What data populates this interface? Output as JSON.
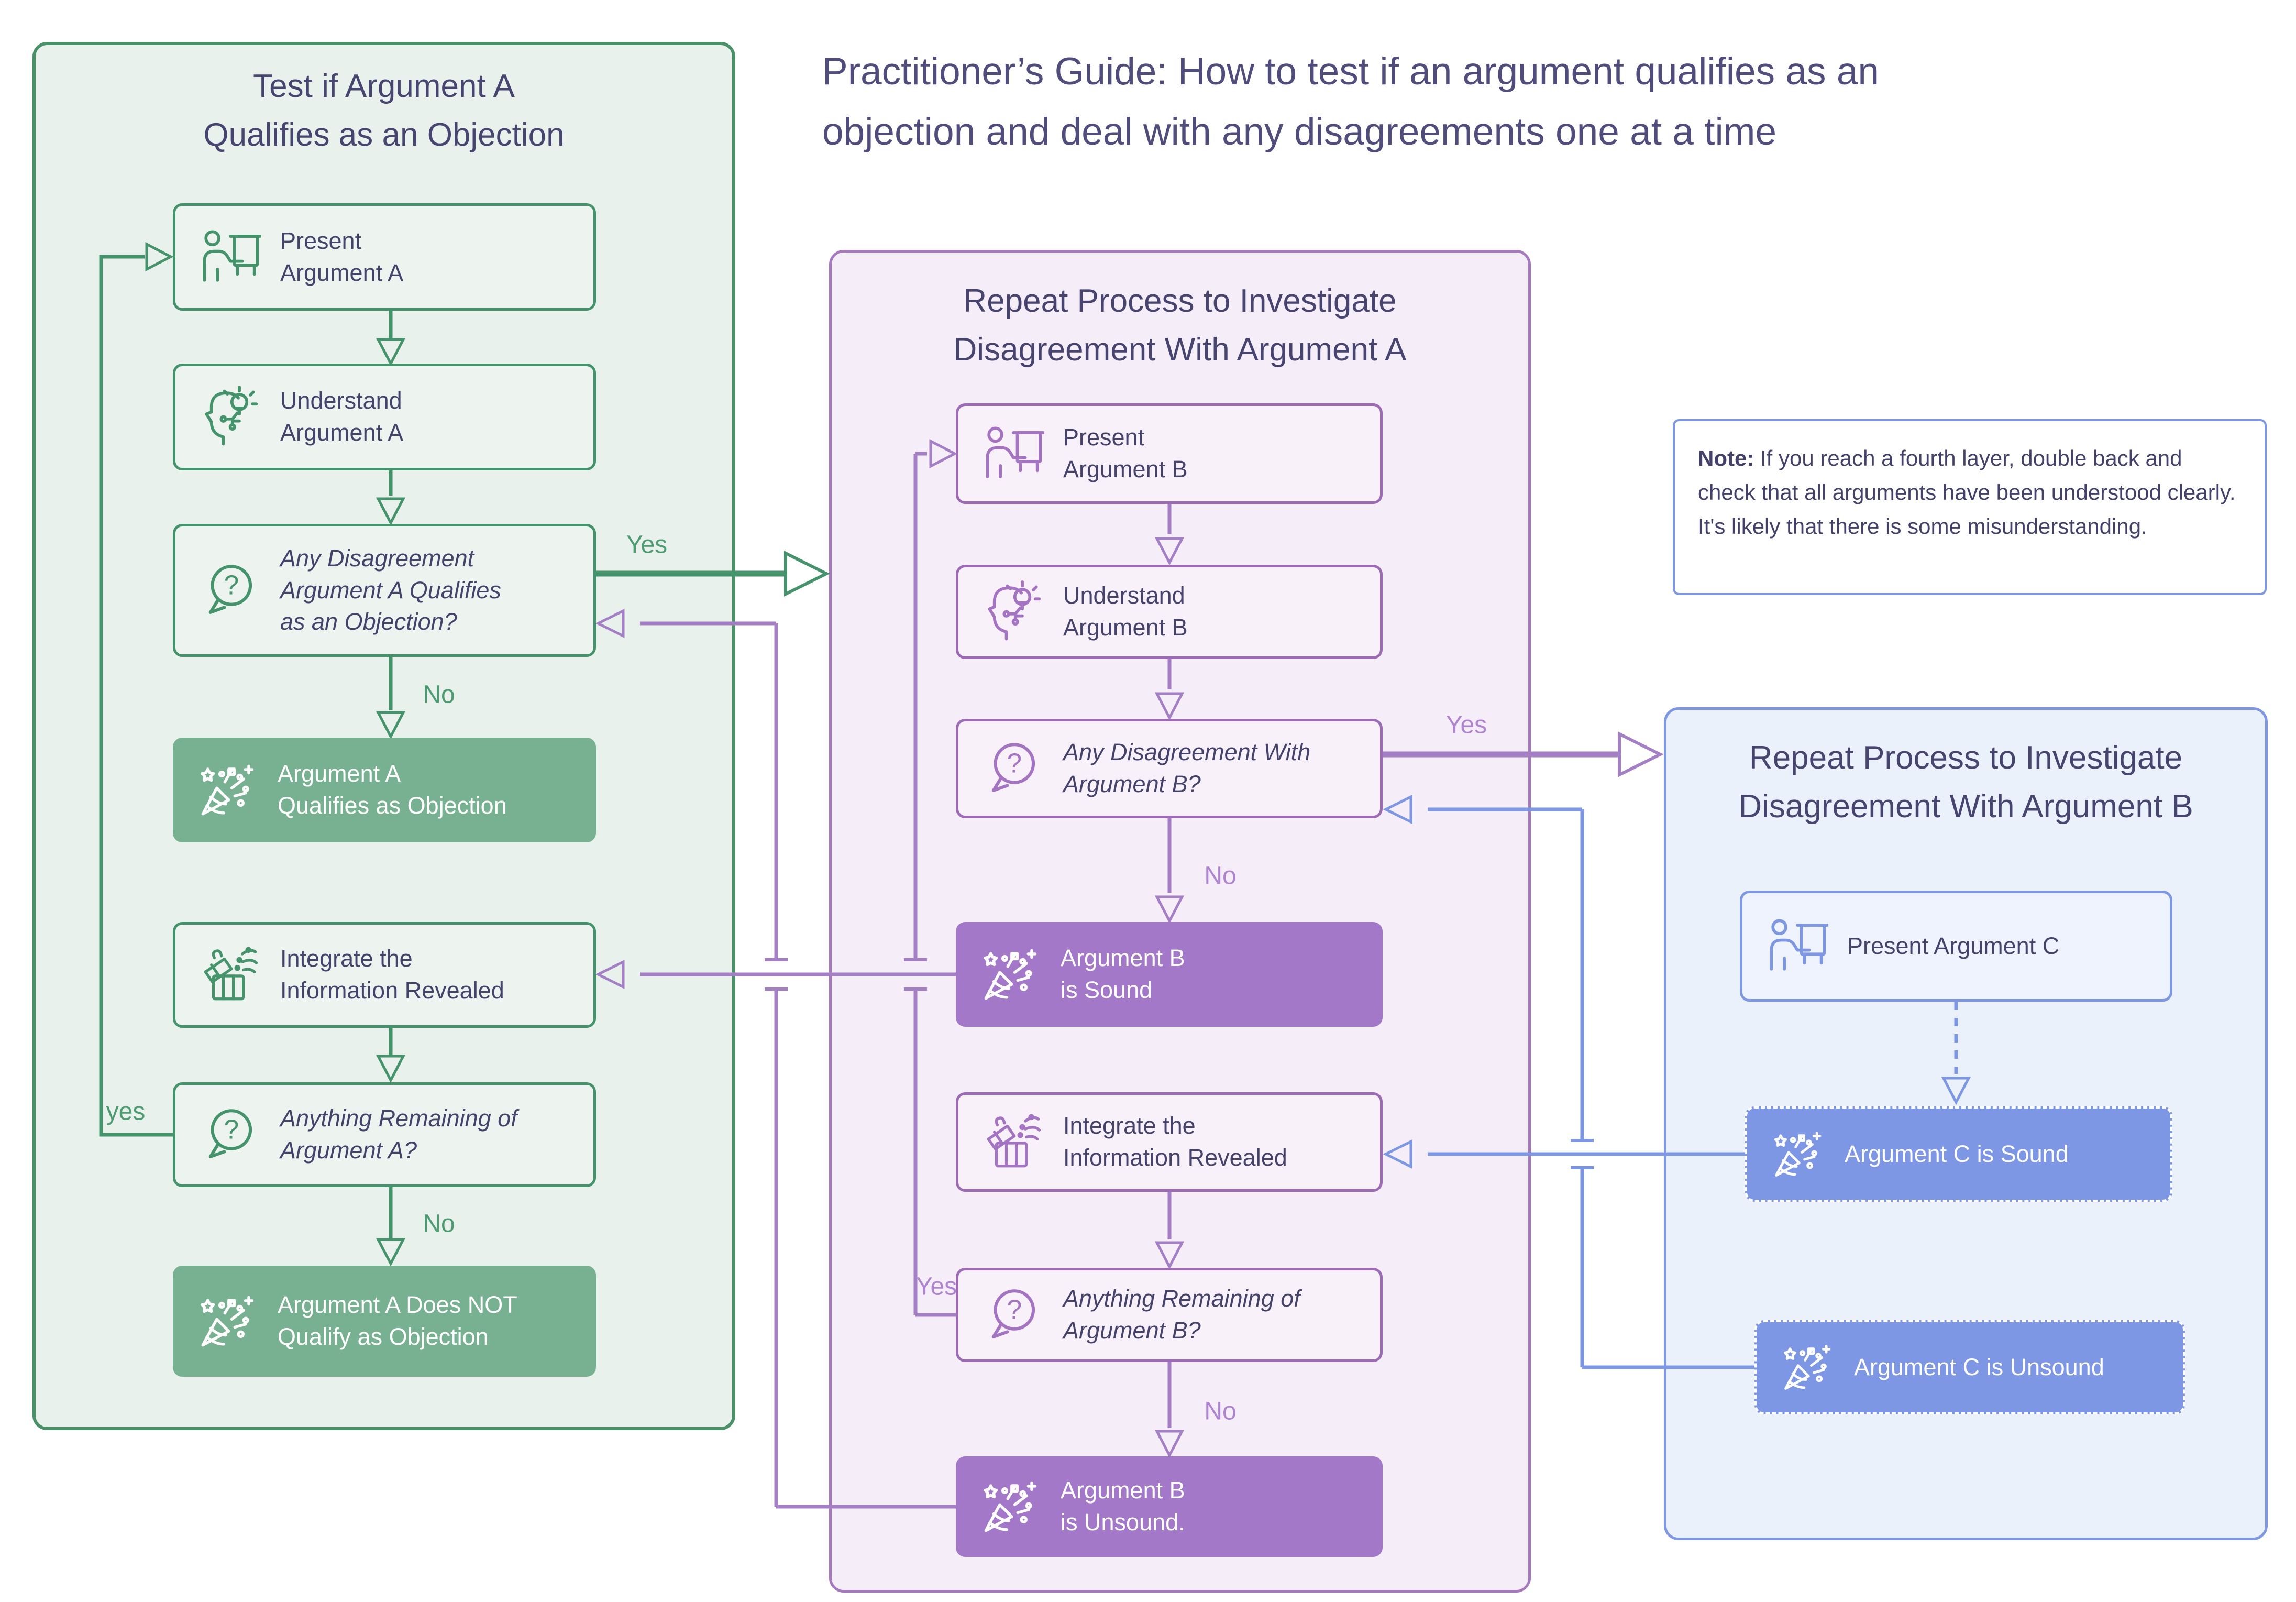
{
  "title": "Practitioner’s Guide: How to test if an argument qualifies as an\nobjection and deal with any disagreements one at a time",
  "panels": {
    "argument_a": {
      "title": "Test if Argument A\nQualifies as an Objection",
      "boxes": {
        "present": "Present\nArgument A",
        "understand": "Understand\nArgument A",
        "decision_objection": "Any Disagreement\nArgument A Qualifies\nas an Objection?",
        "qualifies": "Argument A\nQualifies as Objection",
        "integrate": "Integrate the\nInformation Revealed",
        "remaining": "Anything Remaining of\nArgument A?",
        "not_qualify": "Argument A Does NOT\nQualify as Objection"
      },
      "labels": {
        "yes_branch": "Yes",
        "no_objection": "No",
        "loop_yes": "yes",
        "no_remaining": "No"
      }
    },
    "argument_b": {
      "title": "Repeat Process to Investigate\nDisagreement With Argument A",
      "boxes": {
        "present": "Present\nArgument B",
        "understand": "Understand\nArgument B",
        "decision_disagreement": "Any Disagreement With\nArgument B?",
        "sound": "Argument B\nis Sound",
        "integrate": "Integrate the\nInformation Revealed",
        "remaining": "Anything Remaining of\nArgument B?",
        "unsound": "Argument B\nis Unsound."
      },
      "labels": {
        "yes_branch": "Yes",
        "no_disagreement": "No",
        "loop_yes": "Yes",
        "no_remaining": "No"
      }
    },
    "argument_c": {
      "title": "Repeat Process to Investigate\nDisagreement With Argument B",
      "boxes": {
        "present": "Present Argument C",
        "sound": "Argument C is Sound",
        "unsound": "Argument C is Unsound"
      }
    }
  },
  "note": {
    "label": "Note:",
    "text": " If you reach a fourth layer, double back and check that all arguments have been understood clearly. It's likely that there is some misunderstanding."
  },
  "colors": {
    "green_line": "#44936a",
    "green_fill": "#77b192",
    "green_panel_bg": "#e9f1ec",
    "purple_line": "#a57fc5",
    "purple_border": "#9d6bb5",
    "purple_fill": "#a478c8",
    "purple_panel_bg": "#f5eef8",
    "blue_line": "#7d97e2",
    "blue_fill": "#7e97e4",
    "blue_panel_bg": "#ebf1fb",
    "text_dark": "#45426c"
  }
}
